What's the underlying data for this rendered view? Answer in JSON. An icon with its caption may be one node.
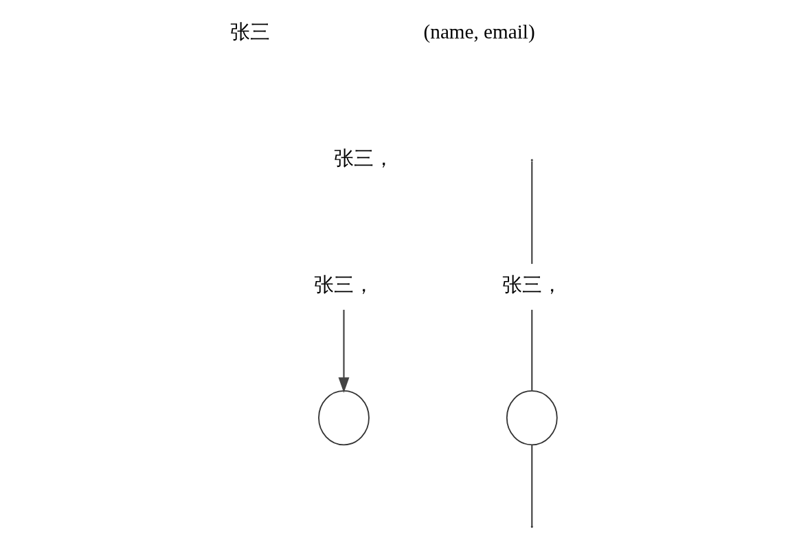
{
  "diagram": {
    "nodes": [
      {
        "text": [
          "张三"
        ]
      },
      {
        "text": [
          "(name, email)"
        ]
      },
      {
        "text": [
          "张三，"
        ]
      },
      {
        "text": [
          "张三，"
        ]
      },
      {
        "text": [],
        "shape": "circle"
      },
      {
        "text": [
          "张三，"
        ]
      },
      {
        "text": [],
        "shape": "circle"
      }
    ],
    "edges": [
      {
        "from": 3,
        "to": 4,
        "arrow": "to"
      },
      {
        "from": null,
        "to": 5,
        "arrow": "none"
      },
      {
        "from": 5,
        "to": 6,
        "arrow": "none"
      },
      {
        "from": 6,
        "to": null,
        "arrow": "none"
      }
    ]
  }
}
